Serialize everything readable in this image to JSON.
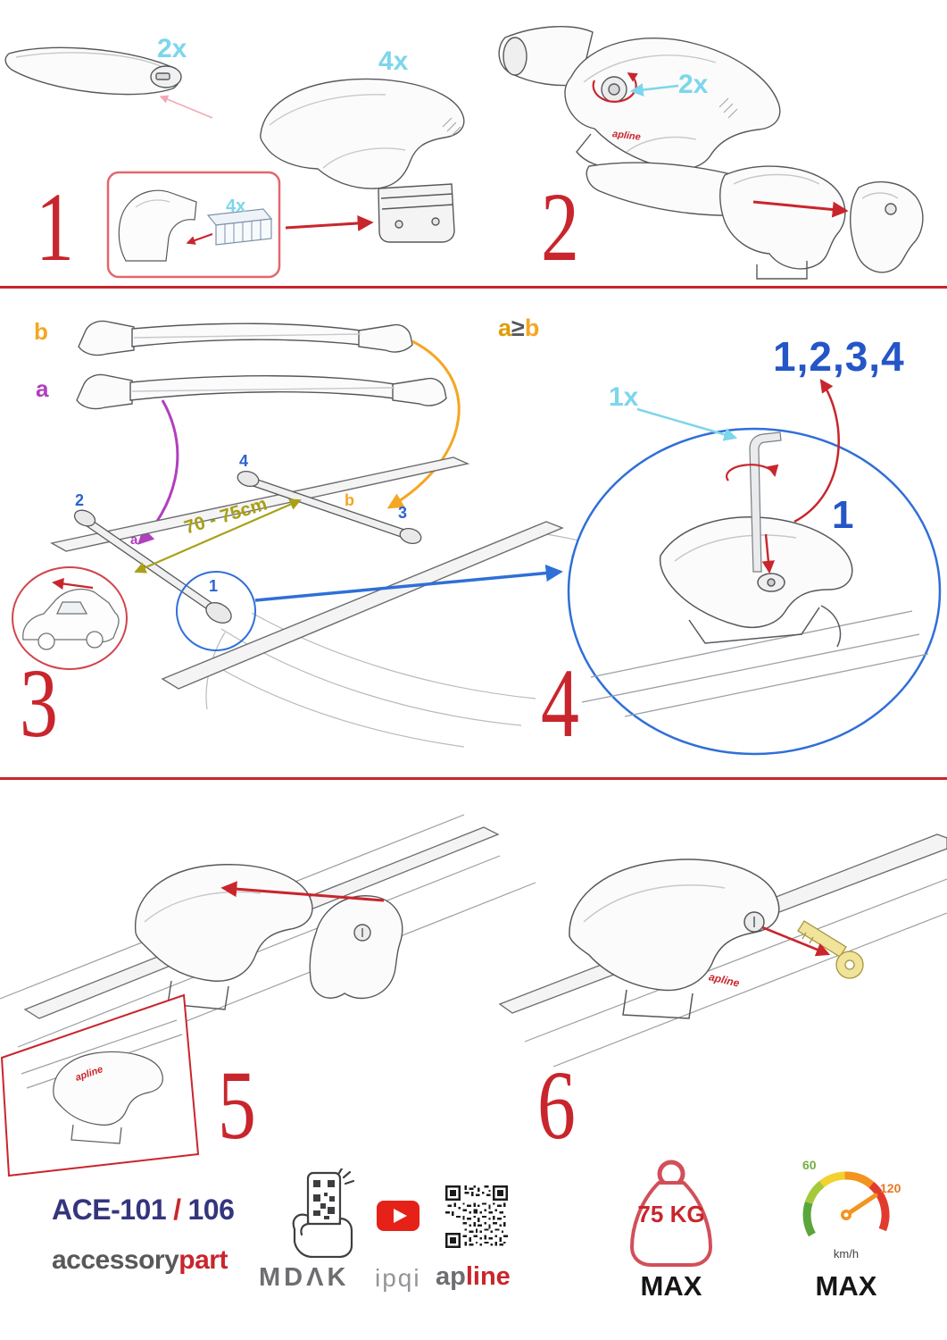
{
  "icons": {
    "phone": "phone-qr-hand-icon",
    "youtube": "youtube-play-icon",
    "qr": "qr-code-icon",
    "weight": "max-load-weight-icon",
    "speedometer": "max-speed-gauge-icon"
  },
  "colors": {
    "accent_red": "#c9252c",
    "cyan": "#7cd6ec",
    "blue": "#2b63d0",
    "orange": "#f5a623",
    "purple": "#b13fbf",
    "olive": "#a8a012",
    "navy": "#34357d",
    "gray": "#6d6e71",
    "youtube_red": "#e62117"
  },
  "step1": {
    "number": "1",
    "bar_qty": "2x",
    "foot_qty": "4x",
    "pad_qty": "4x"
  },
  "step2": {
    "number": "2",
    "lock_qty": "2x",
    "brand_mark": "apline"
  },
  "step3": {
    "number": "3",
    "bar_b": "b",
    "bar_a": "a",
    "distance": "70 - 75cm",
    "roof": {
      "pos1": "1",
      "pos2": "2",
      "pos3": "3",
      "pos4": "4",
      "a": "a",
      "b": "b"
    }
  },
  "step4": {
    "number": "4",
    "cond": {
      "a": "a",
      "op": "≥",
      "b": "b"
    },
    "order": "1,2,3,4",
    "key_qty": "1x",
    "first": "1"
  },
  "step5": {
    "number": "5",
    "brand_mark": "apline"
  },
  "step6": {
    "number": "6",
    "brand_mark": "apline"
  },
  "footer": {
    "model": {
      "code": "ACE-101",
      "sep": "/",
      "alt": "106"
    },
    "company": {
      "gray": "accessory",
      "red": "part"
    },
    "mdak": "MDΛK",
    "ipqi": "ipqi",
    "apline": {
      "gray": "ap",
      "red": "line"
    },
    "load": {
      "value": "75 KG",
      "max": "MAX"
    },
    "speed": {
      "min": "60",
      "high": "120",
      "unit": "km/h",
      "max": "MAX"
    }
  }
}
